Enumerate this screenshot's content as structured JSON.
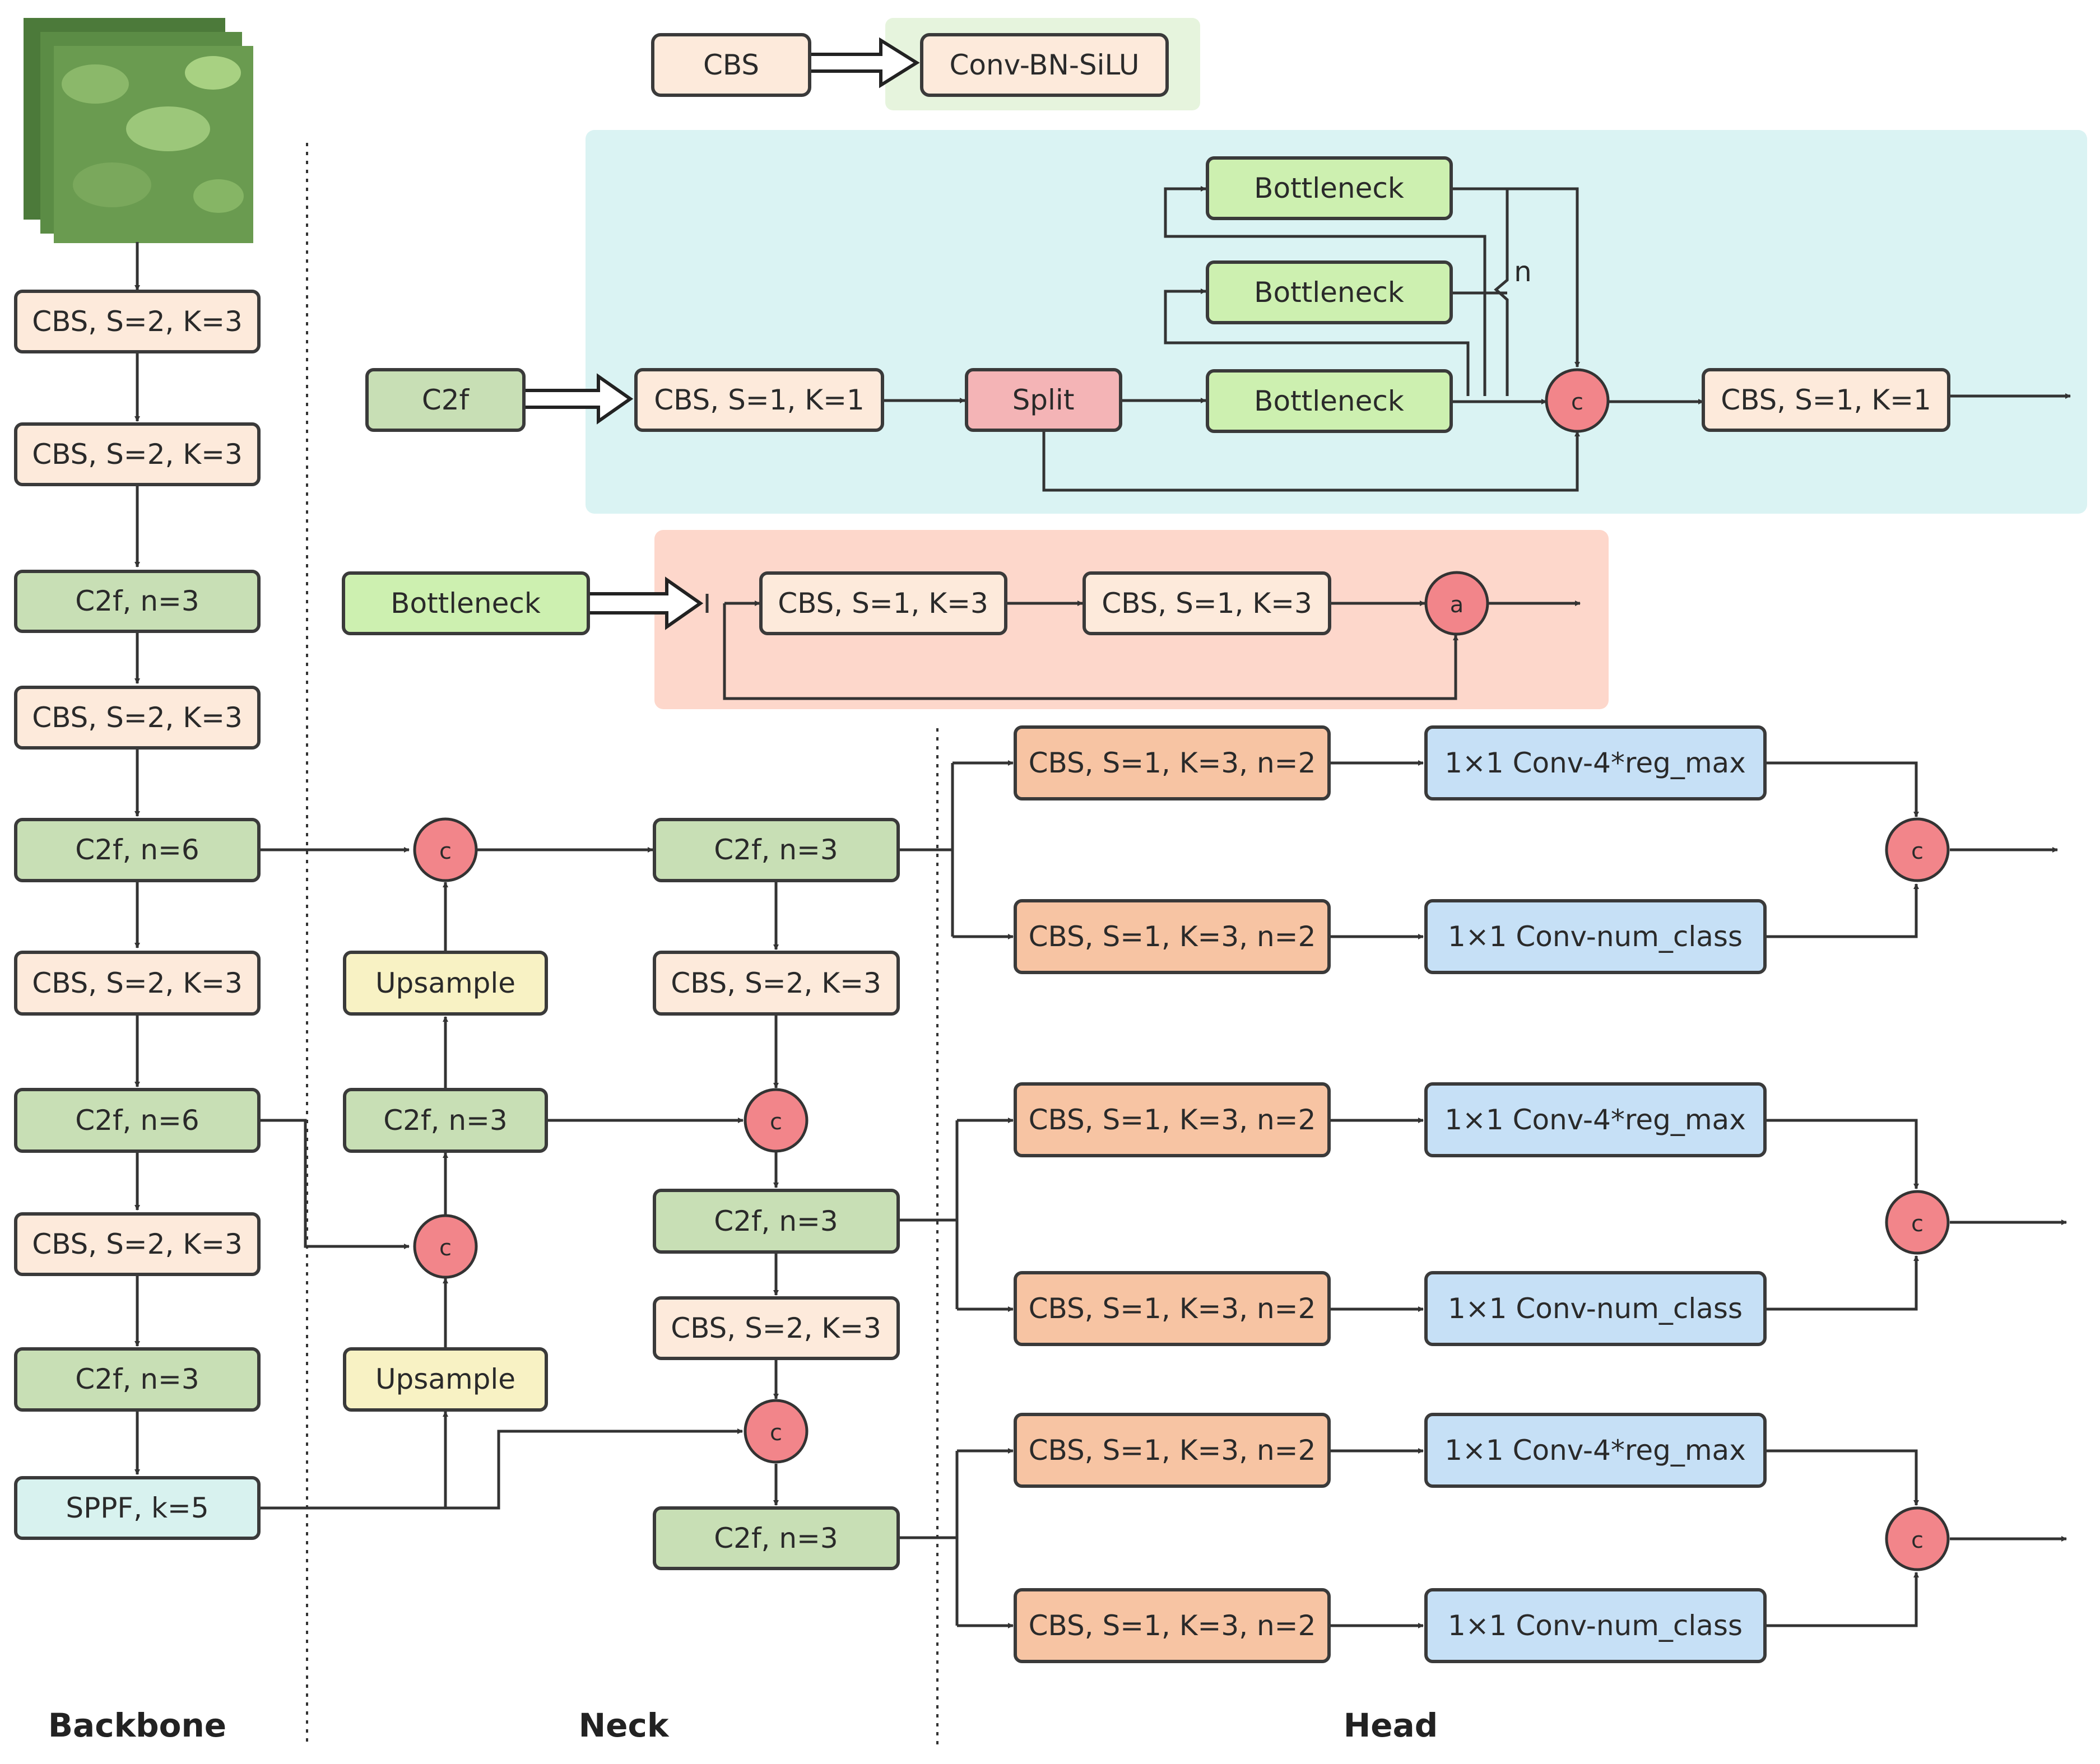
{
  "sections": {
    "backbone": "Backbone",
    "neck": "Neck",
    "head": "Head"
  },
  "legend": {
    "cbs": "CBS",
    "conv_bn_silu": "Conv-BN-SiLU"
  },
  "c2f_detail": {
    "c2f": "C2f",
    "cbs_in": "CBS, S=1, K=1",
    "split": "Split",
    "bottleneck": "Bottleneck",
    "n": "n",
    "concat": "c",
    "cbs_out": "CBS, S=1, K=1"
  },
  "bottleneck_detail": {
    "bottleneck": "Bottleneck",
    "cbs1": "CBS, S=1, K=3",
    "cbs2": "CBS, S=1, K=3",
    "add": "a"
  },
  "backbone": {
    "cbs1": "CBS, S=2, K=3",
    "cbs2": "CBS, S=2, K=3",
    "c2f1": "C2f, n=3",
    "cbs3": "CBS, S=2, K=3",
    "c2f2": "C2f, n=6",
    "cbs4": "CBS, S=2, K=3",
    "c2f3": "C2f, n=6",
    "cbs5": "CBS, S=2, K=3",
    "c2f4": "C2f, n=3",
    "sppf": "SPPF, k=5"
  },
  "neck": {
    "upsample1": "Upsample",
    "upsample2": "Upsample",
    "c2f_a": "C2f, n=3",
    "c2f_b": "C2f, n=3",
    "c2f_c": "C2f, n=3",
    "c2f_d": "C2f, n=3",
    "cbs_a": "CBS, S=2, K=3",
    "cbs_b": "CBS, S=2, K=3",
    "concat": "c"
  },
  "head": {
    "cbs": "CBS, S=1, K=3, n=2",
    "reg": "1×1 Conv-4*reg_max",
    "cls": "1×1 Conv-num_class",
    "concat": "c"
  },
  "colors": {
    "cbs": "#fdeadb",
    "c2f": "#c8dfb5",
    "bottleneck": "#cdf0b0",
    "split": "#f4b4b6",
    "upsample": "#f8f2c4",
    "sppf": "#d8f2ef",
    "head_cbs": "#f7c4a3",
    "head_conv": "#c6e0f6",
    "op": "#f2858a",
    "legend_bg": "#e6f4dd",
    "c2f_bg": "#daf3f3",
    "bneck_bg": "#fdd7cb"
  }
}
